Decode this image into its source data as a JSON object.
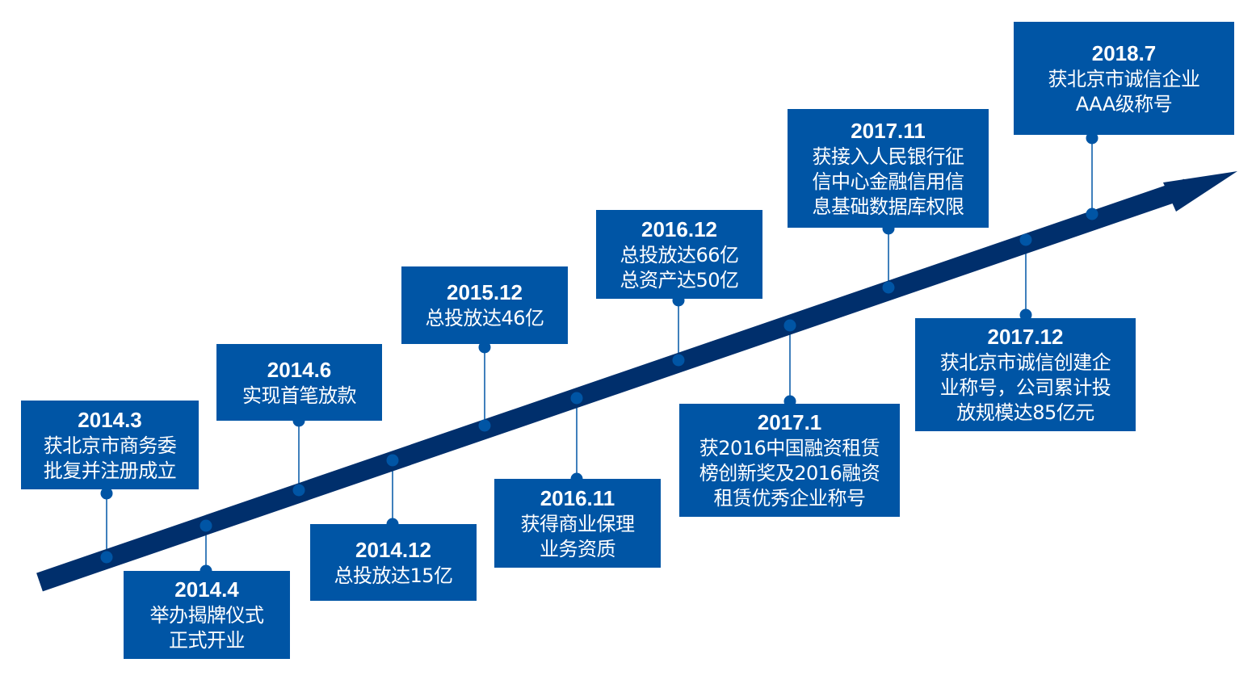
{
  "colors": {
    "box": "#0055A5",
    "arrow": "#002F6C",
    "dot": "#0055A5"
  },
  "events": [
    {
      "date": "2014.3",
      "text": "获北京市商务委\n批复并注册成立"
    },
    {
      "date": "2014.4",
      "text": "举办揭牌仪式\n正式开业"
    },
    {
      "date": "2014.6",
      "text": "实现首笔放款"
    },
    {
      "date": "2014.12",
      "text": "总投放达15亿"
    },
    {
      "date": "2015.12",
      "text": "总投放达46亿"
    },
    {
      "date": "2016.11",
      "text": "获得商业保理\n业务资质"
    },
    {
      "date": "2016.12",
      "text": "总投放达66亿\n总资产达50亿"
    },
    {
      "date": "2017.1",
      "text": "获2016中国融资租赁\n榜创新奖及2016融资\n租赁优秀企业称号"
    },
    {
      "date": "2017.11",
      "text": "获接入人民银行征\n信中心金融信用信\n息基础数据库权限"
    },
    {
      "date": "2017.12",
      "text": "获北京市诚信创建企\n业称号，公司累计投\n放规模达85亿元"
    },
    {
      "date": "2018.7",
      "text": "获北京市诚信企业\nAAA级称号"
    }
  ]
}
